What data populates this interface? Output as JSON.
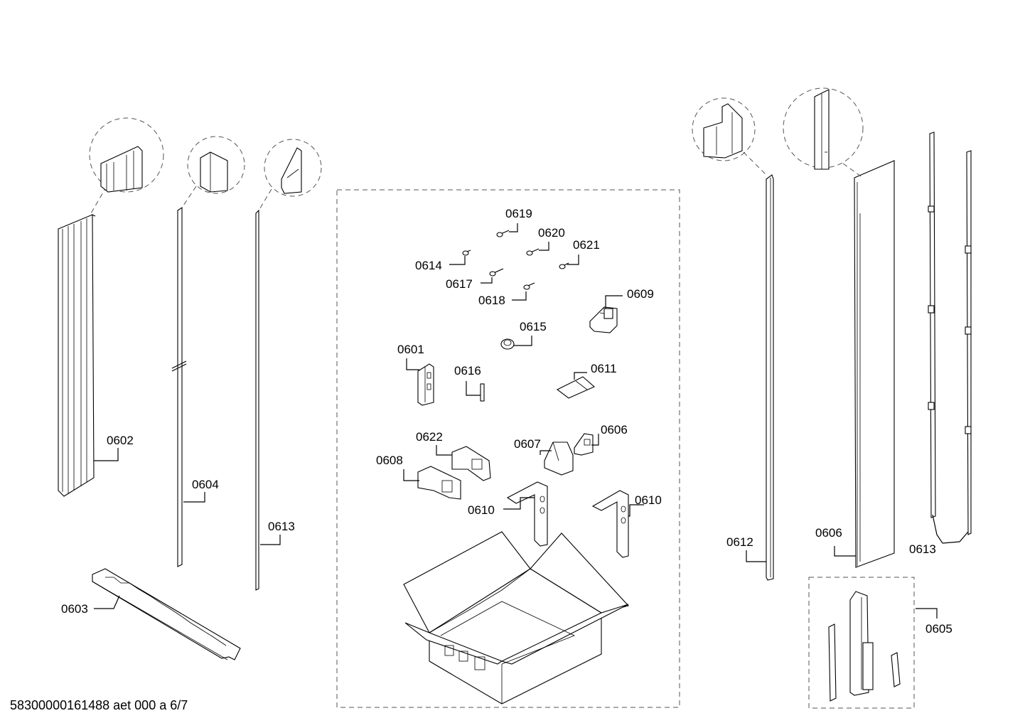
{
  "footer": {
    "code": "58300000161488 aet 000 a 6/7"
  },
  "labels": {
    "p0602": "0602",
    "p0604": "0604",
    "p0613_left": "0613",
    "p0603": "0603",
    "p0619": "0619",
    "p0620": "0620",
    "p0621": "0621",
    "p0614": "0614",
    "p0617": "0617",
    "p0618": "0618",
    "p0609": "0609",
    "p0615": "0615",
    "p0601": "0601",
    "p0616": "0616",
    "p0611": "0611",
    "p0622": "0622",
    "p0607": "0607",
    "p0606_center": "0606",
    "p0608": "0608",
    "p0610_left": "0610",
    "p0610_right": "0610",
    "p0612": "0612",
    "p0606_right": "0606",
    "p0613_right": "0613",
    "p0605": "0605"
  }
}
